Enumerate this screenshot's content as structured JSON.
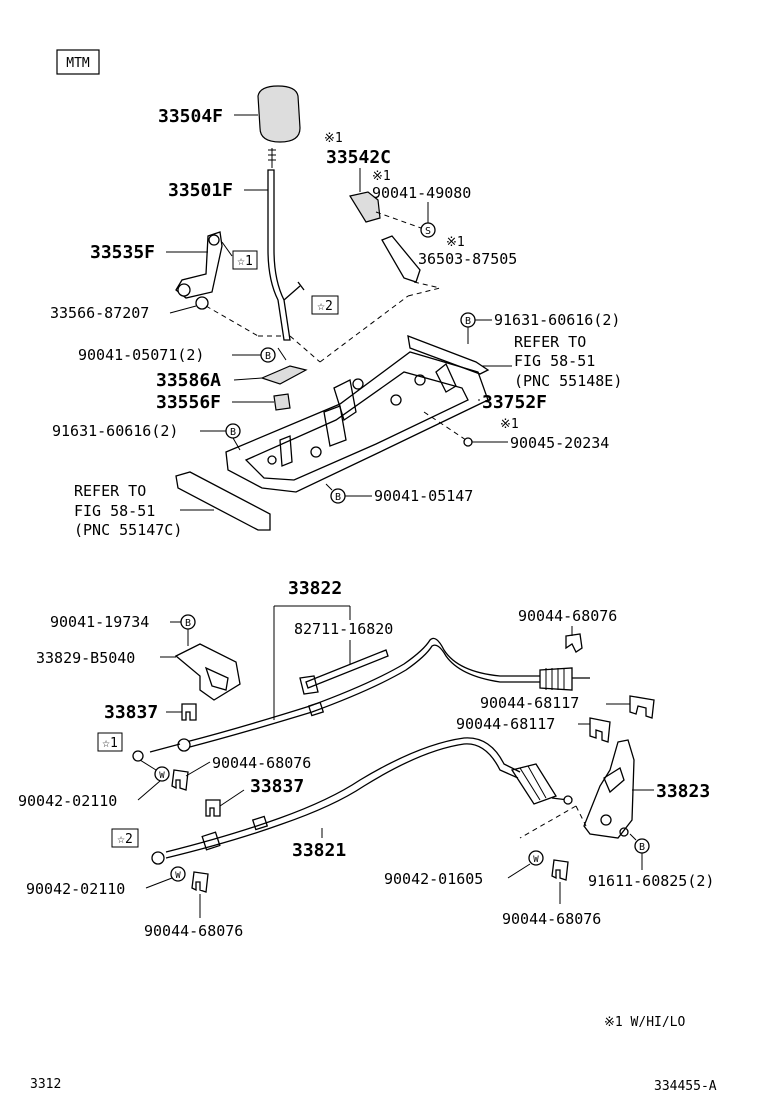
{
  "header": {
    "tag": "MTM"
  },
  "labels": {
    "p33504f": "33504F",
    "p33501f": "33501F",
    "p33535f": "33535F",
    "p33566": "33566-87207",
    "p90041_05071": "90041-05071(2)",
    "p33586a": "33586A",
    "p33556f": "33556F",
    "p91631_left": "91631-60616(2)",
    "refer_left_1": "REFER TO",
    "refer_left_2": "FIG 58-51",
    "refer_left_3": "(PNC 55147C)",
    "p33542c_note": "※1",
    "p33542c": "33542C",
    "p90041_49080_note": "※1",
    "p90041_49080": "90041-49080",
    "p36503_note": "※1",
    "p36503": "36503-87505",
    "p91631_right": "91631-60616(2)",
    "refer_right_1": "REFER TO",
    "refer_right_2": "FIG 58-51",
    "refer_right_3": "(PNC 55148E)",
    "p33752f": "33752F",
    "p90045_note": "※1",
    "p90045": "90045-20234",
    "p90041_05147": "90041-05147",
    "p33822": "33822",
    "p82711": "82711-16820",
    "p90041_19734": "90041-19734",
    "p33829": "33829-B5040",
    "p90044_top": "90044-68076",
    "p33837_a": "33837",
    "p90044_68117_a": "90044-68117",
    "p90044_68117_b": "90044-68117",
    "p90044_mid": "90044-68076",
    "p90042_02110_a": "90042-02110",
    "p33837_b": "33837",
    "p33823": "33823",
    "p33821": "33821",
    "p90042_01605": "90042-01605",
    "p91611": "91611-60825(2)",
    "p90042_02110_b": "90042-02110",
    "p90044_bottom_left": "90044-68076",
    "p90044_bottom_right": "90044-68076"
  },
  "markers": {
    "star1": "☆1",
    "star2": "☆2",
    "bolt_b": "B",
    "screw_s": "S",
    "washer_w": "W"
  },
  "footer": {
    "legend": "※1 W/HI/LO",
    "left_code": "3312",
    "right_code": "334455-A"
  }
}
